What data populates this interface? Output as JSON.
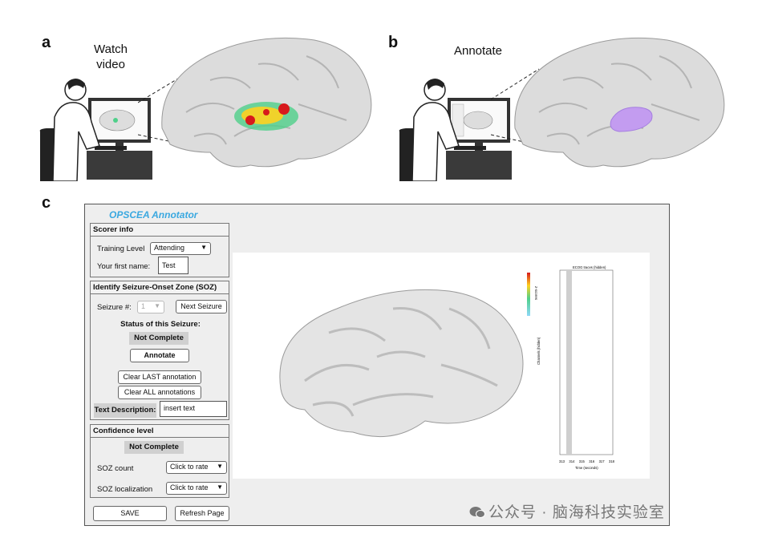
{
  "figure": {
    "panel_a": {
      "letter": "a",
      "caption_line1": "Watch",
      "caption_line2": "video"
    },
    "panel_b": {
      "letter": "b",
      "caption": "Annotate"
    },
    "panel_c": {
      "letter": "c"
    }
  },
  "app": {
    "title": "OPSCEA Annotator",
    "scorer": {
      "header": "Scorer info",
      "training_label": "Training Level",
      "training_value": "Attending",
      "name_label": "Your first name:",
      "name_value": "Test"
    },
    "soz": {
      "header": "Identify Seizure-Onset Zone (SOZ)",
      "seizure_label": "Seizure #:",
      "seizure_value": "1",
      "next_button": "Next Seizure",
      "status_heading": "Status of this Seizure:",
      "status_value": "Not Complete",
      "annotate_button": "Annotate",
      "clear_last_button": "Clear LAST annotation",
      "clear_all_button": "Clear ALL annotations",
      "text_desc_label": "Text Description:",
      "text_desc_value": "insert text"
    },
    "confidence": {
      "header": "Confidence level",
      "status_value": "Not Complete",
      "soz_count_label": "SOZ count",
      "soz_count_value": "Click to rate",
      "soz_loc_label": "SOZ localization",
      "soz_loc_value": "Click to rate"
    },
    "footer": {
      "save_button": "SAVE",
      "refresh_button": "Refresh Page"
    },
    "viewer": {
      "colorbar_label": "z-scores",
      "trace_title": "ECOG traces (hidden)",
      "trace_ylabel": "Channels (hidden)",
      "trace_xlabel": "Time (seconds)",
      "trace_ticks": [
        "313",
        "314",
        "315",
        "316",
        "317",
        "318"
      ]
    }
  },
  "watermark": "公众号 · 脑海科技实验室",
  "colors": {
    "title_blue": "#3aa8e0",
    "heat_red": "#d7191c",
    "heat_yellow": "#ffd21f",
    "heat_green": "#4fd08a",
    "annotation_purple": "#c39cf0"
  }
}
